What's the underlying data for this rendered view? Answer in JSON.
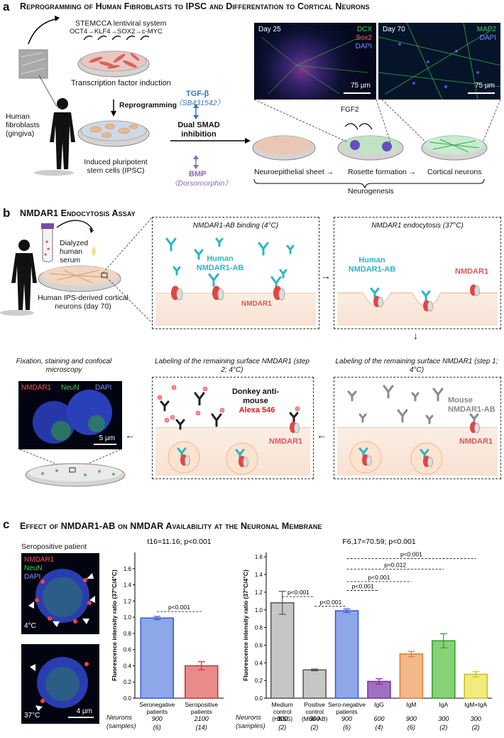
{
  "panel_a": {
    "letter": "a",
    "title": "Reprogramming of Human Fibroblasts to IPSC and Differentation to Cortical Neurons",
    "stemcca": "STEMCCA lentiviral system",
    "factors": "OCT4→KLF4→SOX2→c-MYC",
    "tf_induction": "Transcription factor induction",
    "reprogramming": "Reprogramming",
    "human_fibroblasts": "Human fibroblasts (gingiva)",
    "ipsc": "Induced pluripotent stem cells (IPSC)",
    "tgfb": "TGF-β",
    "sb": "〈SB431542〉",
    "dual_smad": "Dual SMAD inhibition",
    "bmp": "BMP",
    "dorso": "〈Dorsomorphin〉",
    "fgf2": "FGF2",
    "neuroepithelial": "Neuroepithelial sheet →",
    "rosette": "Rosette formation →",
    "cortical": "Cortical neurons",
    "neurogenesis": "Neurogenesis",
    "micro1": {
      "day": "Day 25",
      "ch1": "DCX",
      "ch2": "Sox2",
      "ch3": "DAPI",
      "scale": "75 µm"
    },
    "micro2": {
      "day": "Day 70",
      "ch1": "MAP2",
      "ch2": "DAPI",
      "scale": "75 µm"
    }
  },
  "panel_b": {
    "letter": "b",
    "title": "NMDAR1 Endocytosis Assay",
    "serum": "Dialyzed human serum",
    "ips_neurons": "Human IPS-derived cortical neurons (day 70)",
    "box1": {
      "title": "NMDAR1-AB binding (4°C)",
      "ab": "Human NMDAR1-AB",
      "rec": "NMDAR1"
    },
    "box2": {
      "title": "NMDAR1 endocytosis (37°C)",
      "ab": "Human NMDAR1-AB",
      "rec": "NMDAR1"
    },
    "box3": {
      "title": "Labeling of the remaining surface NMDAR1 (step 1; 4°C)",
      "ab": "Mouse NMDAR1-AB",
      "rec": "NMDAR1"
    },
    "box4": {
      "title": "Labeling of the remaining surface NMDAR1 (step 2; 4°C)",
      "ab": "Donkey anti-mouse",
      "dye": "Alexa 546",
      "rec": "NMDAR1"
    },
    "fixation": "Fixation, staining and confocal microscopy",
    "micro": {
      "ch1": "NMDAR1",
      "ch2": "NeuN",
      "ch3": "DAPI",
      "scale": "5 µm"
    }
  },
  "panel_c": {
    "letter": "c",
    "title": "Effect of NMDAR1-AB on NMDAR Availability at the Neuronal Membrane",
    "seropositive_patient": "Seropositive patient",
    "micro1": {
      "ch1": "NMDAR1",
      "ch2": "NeuN",
      "ch3": "DAPI",
      "temp": "4°C"
    },
    "micro2": {
      "temp": "37°C",
      "scale": "4 µm"
    },
    "neurons_label": "Neurons",
    "samples_label": "(samples)"
  },
  "chart_data": [
    {
      "type": "bar",
      "stat": "t16=11.16; p<0.001",
      "ylabel": "Fluorescence intensity ratio (37°C/4°C)",
      "ylim": [
        0,
        1.8
      ],
      "yticks": [
        "0.0",
        "0.2",
        "0.4",
        "0.6",
        "0.8",
        "1.0",
        "1.2",
        "1.4",
        "1.6"
      ],
      "categories": [
        "Seronegative patients",
        "Seropositive patients"
      ],
      "values": [
        0.99,
        0.4
      ],
      "errors": [
        0.02,
        0.05
      ],
      "colors": [
        "#8ea7e9",
        "#e88b8b"
      ],
      "edge_colors": [
        "#3557d6",
        "#c83232"
      ],
      "neurons": [
        "900",
        "2100"
      ],
      "samples": [
        "(6)",
        "(14)"
      ],
      "annotations": [
        {
          "from": 0,
          "to": 1,
          "text": "p<0.001",
          "y": 1.07
        }
      ]
    },
    {
      "type": "bar",
      "stat": "F6,17=70.59; p<0.001",
      "ylabel": "Fluorescence intensity ratio (37°C/4°C)",
      "ylim": [
        0,
        1.65
      ],
      "yticks": [
        "0.0",
        "0.2",
        "0.4",
        "0.6",
        "0.8",
        "1.0",
        "1.2",
        "1.4",
        "1.6"
      ],
      "categories": [
        "Medium control (HBSS)",
        "Positive control (M68-AB)",
        "Sero-negative patients",
        "IgG",
        "IgM",
        "IgA",
        "IgM+IgA"
      ],
      "values": [
        1.08,
        0.32,
        0.99,
        0.19,
        0.5,
        0.65,
        0.27
      ],
      "errors": [
        0.13,
        0.01,
        0.02,
        0.03,
        0.03,
        0.08,
        0.03
      ],
      "colors": [
        "#c6c6c6",
        "#c6c6c6",
        "#8ea7e9",
        "#a070c0",
        "#f3b88a",
        "#86d277",
        "#f2ec7c"
      ],
      "edge_colors": [
        "#555555",
        "#555555",
        "#3557d6",
        "#7b2c9e",
        "#e07a2c",
        "#2f9d25",
        "#c7bd1e"
      ],
      "neurons": [
        "300",
        "300",
        "900",
        "600",
        "900",
        "300",
        "300"
      ],
      "samples": [
        "(2)",
        "(2)",
        "(6)",
        "(4)",
        "(6)",
        "(2)",
        "(2)"
      ],
      "annotations": [
        {
          "from": 0,
          "to": 1,
          "text": "p<0.001",
          "y": 1.15
        },
        {
          "from": 1,
          "to": 2,
          "text": "p<0.001",
          "y": 1.04
        },
        {
          "from": 2,
          "to": 3,
          "text": "p<0.001",
          "y": 1.22
        },
        {
          "from": 2,
          "to": 4,
          "text": "p<0.001",
          "y": 1.32
        },
        {
          "from": 2,
          "to": 5,
          "text": "p=0.012",
          "y": 1.46
        },
        {
          "from": 2,
          "to": 6,
          "text": "p<0.001",
          "y": 1.58
        }
      ]
    }
  ]
}
